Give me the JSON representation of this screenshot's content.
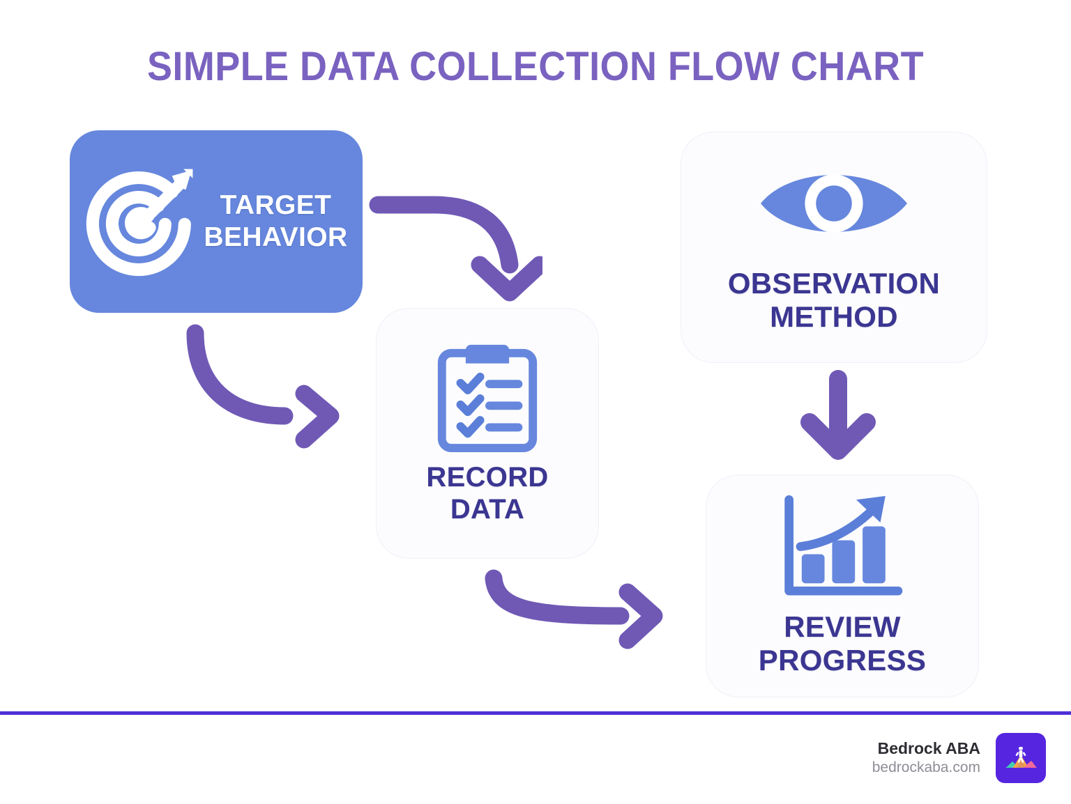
{
  "page": {
    "title": "SIMPLE DATA COLLECTION FLOW CHART",
    "background_color": "#ffffff",
    "title_color": "#7a62c0"
  },
  "colors": {
    "blue_node": "#6687dd",
    "icon_blue": "#6687dd",
    "text_indigo": "#3b3691",
    "arrow_purple": "#6f59b5",
    "divider_purple": "#4f2fd7",
    "card_light": "#fcfcfe",
    "logo_purple": "#5625e0"
  },
  "nodes": [
    {
      "id": "target-behavior",
      "label": "TARGET\nBEHAVIOR",
      "icon": "target-arrow-icon",
      "style": "filled-blue"
    },
    {
      "id": "record-data",
      "label": "RECORD\nDATA",
      "icon": "clipboard-checklist-icon",
      "style": "light-card"
    },
    {
      "id": "observation-method",
      "label": "OBSERVATION\nMETHOD",
      "icon": "eye-icon",
      "style": "light-card"
    },
    {
      "id": "review-progress",
      "label": "REVIEW\nPROGRESS",
      "icon": "bar-chart-growth-icon",
      "style": "light-card"
    }
  ],
  "arrows": [
    {
      "id": "arrow-target-to-record",
      "from": "target-behavior",
      "to": "record-data",
      "shape": "curve-right-then-down",
      "color": "#6f59b5"
    },
    {
      "id": "arrow-target-down-to-record",
      "from": "target-behavior",
      "to": "record-data",
      "shape": "curve-down-then-right",
      "color": "#6f59b5"
    },
    {
      "id": "arrow-record-to-review",
      "from": "record-data",
      "to": "review-progress",
      "shape": "curve-right",
      "color": "#6f59b5"
    },
    {
      "id": "arrow-observation-to-review",
      "from": "observation-method",
      "to": "review-progress",
      "shape": "straight-down",
      "color": "#6f59b5"
    }
  ],
  "footer": {
    "brand_name": "Bedrock ABA",
    "brand_url": "bedrockaba.com",
    "logo_icon": "mountain-climber-logo"
  }
}
